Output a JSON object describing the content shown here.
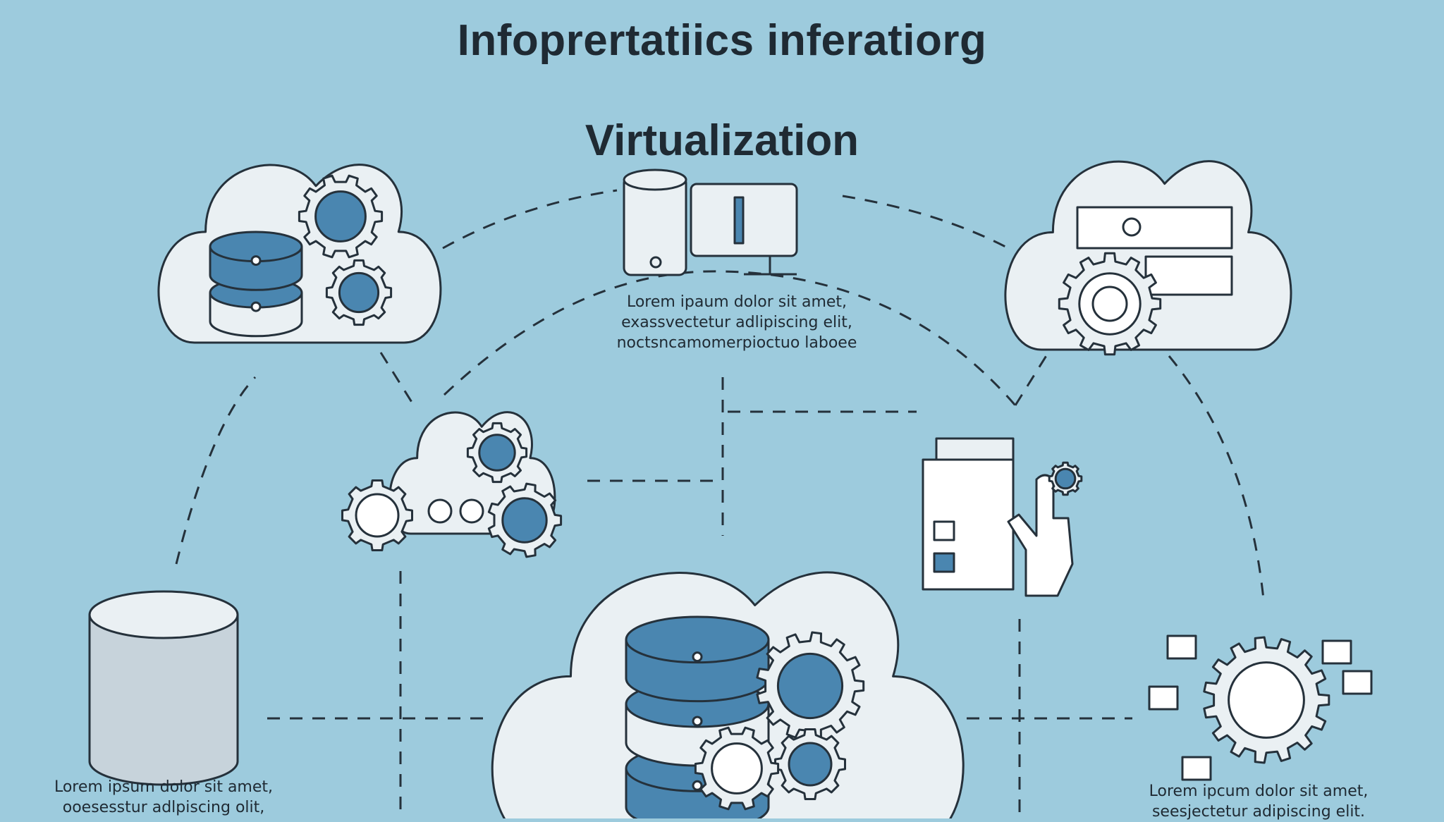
{
  "header": {
    "title": "Infoprertatiics inferatiorg",
    "subtitle": "Virtualization"
  },
  "blocks": {
    "center": [
      "Lorem ipaum dolor sit amet,",
      "exassvectetur adlipiscing elit,",
      "noctsncamomerpioctuo laboee"
    ],
    "left": [
      "Lorem ipsum dolor sit amet,",
      "ooesesstur adlpiscing olit,"
    ],
    "right": [
      "Lorem ipcum dolor sit amet,",
      "seesjectetur adipiscing elit."
    ]
  },
  "colors": {
    "background": "#9dcbdd",
    "accent": "#4a86b0",
    "cloud": "#eaf0f3",
    "outline": "#25313b"
  }
}
